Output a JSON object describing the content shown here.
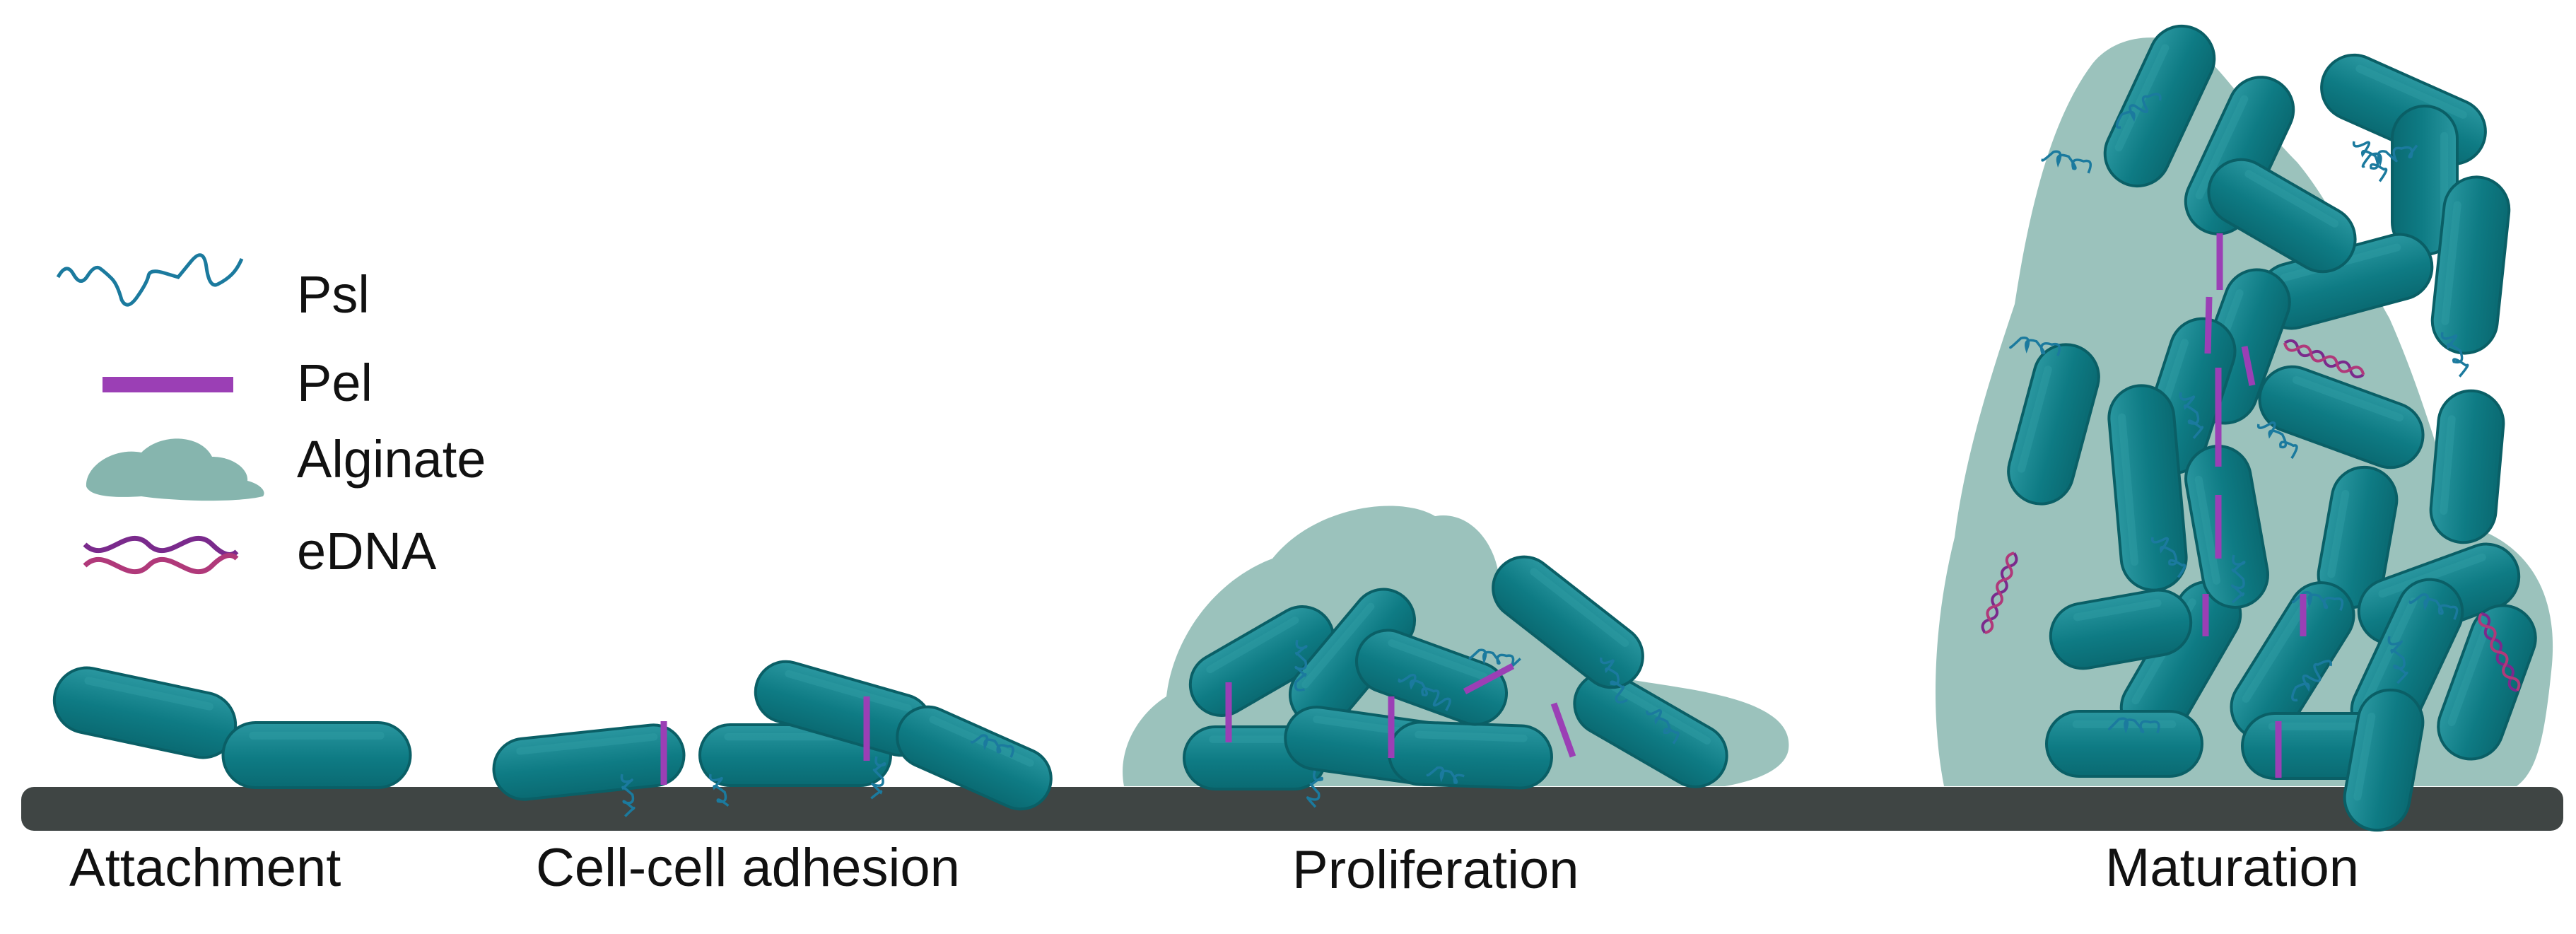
{
  "legend": {
    "items": [
      {
        "icon": "psl-icon",
        "label": "Psl"
      },
      {
        "icon": "pel-icon",
        "label": "Pel"
      },
      {
        "icon": "alginate-icon",
        "label": "Alginate"
      },
      {
        "icon": "edna-icon",
        "label": "eDNA"
      }
    ]
  },
  "stages": [
    {
      "label": "Attachment"
    },
    {
      "label": "Cell-cell adhesion"
    },
    {
      "label": "Proliferation"
    },
    {
      "label": "Maturation"
    }
  ],
  "colors": {
    "cell": "#0e7b84",
    "cell_stroke": "#0a5f66",
    "cell_highlight": "#2d9aa2",
    "psl": "#1b7a9e",
    "pel": "#9b3fb5",
    "alginate": "#5e9c93",
    "edna_a": "#7a2a8c",
    "edna_b": "#b0397a",
    "substrate": "#3f4544"
  }
}
